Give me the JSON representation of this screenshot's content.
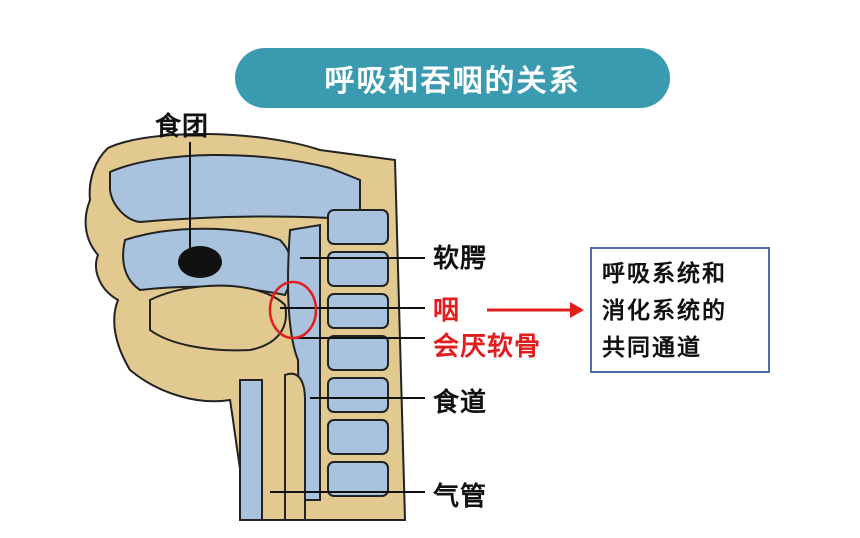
{
  "title": "呼吸和吞咽的关系",
  "labels": {
    "bolus": "食团",
    "soft_palate": "软腭",
    "pharynx": "咽",
    "epiglottis": "会厌软骨",
    "esophagus": "食道",
    "trachea": "气管"
  },
  "note": {
    "lines": [
      "呼吸系统和",
      "消化系统的",
      "共同通道"
    ]
  },
  "colors": {
    "title_bg": "#3a9bb0",
    "tissue": "#e2c98f",
    "cavity": "#a9c3df",
    "highlight": "#e11d1d",
    "box_border": "#4a6fa8"
  }
}
